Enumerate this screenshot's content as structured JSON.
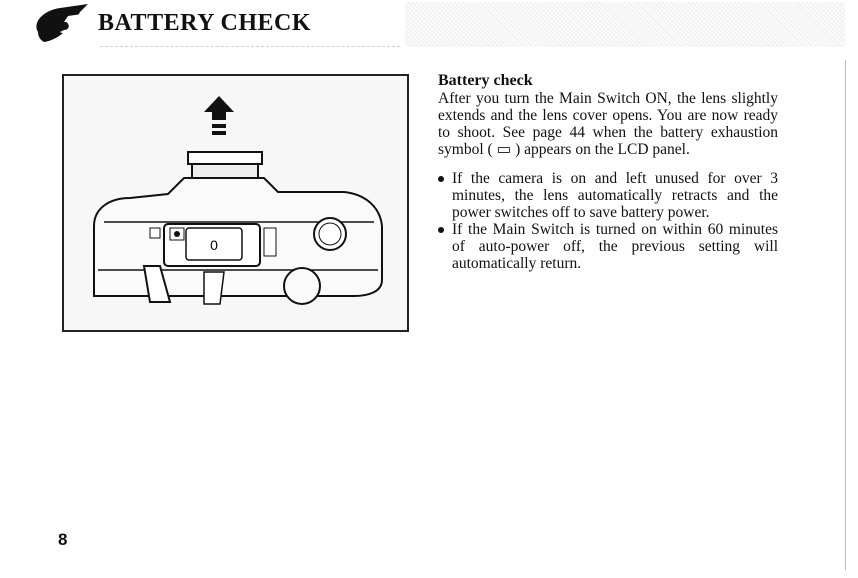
{
  "header": {
    "title": "BATTERY CHECK"
  },
  "figure": {
    "label": "camera-top-view-illustration"
  },
  "section": {
    "heading": "Battery check",
    "paragraph": "After you turn the Main Switch ON, the lens slightly extends and the lens cover opens. You are now ready to shoot. See page 44 when the battery exhaustion symbol ( ▭ ) appears on the LCD panel.",
    "bullets": [
      "If the camera is on and left unused for over 3 minutes, the lens automatically retracts and the power switches off to save battery power.",
      "If the Main Switch is turned on within 60 minutes of auto-power off, the previous setting will automatically return."
    ]
  },
  "footer": {
    "page_number": "8"
  }
}
